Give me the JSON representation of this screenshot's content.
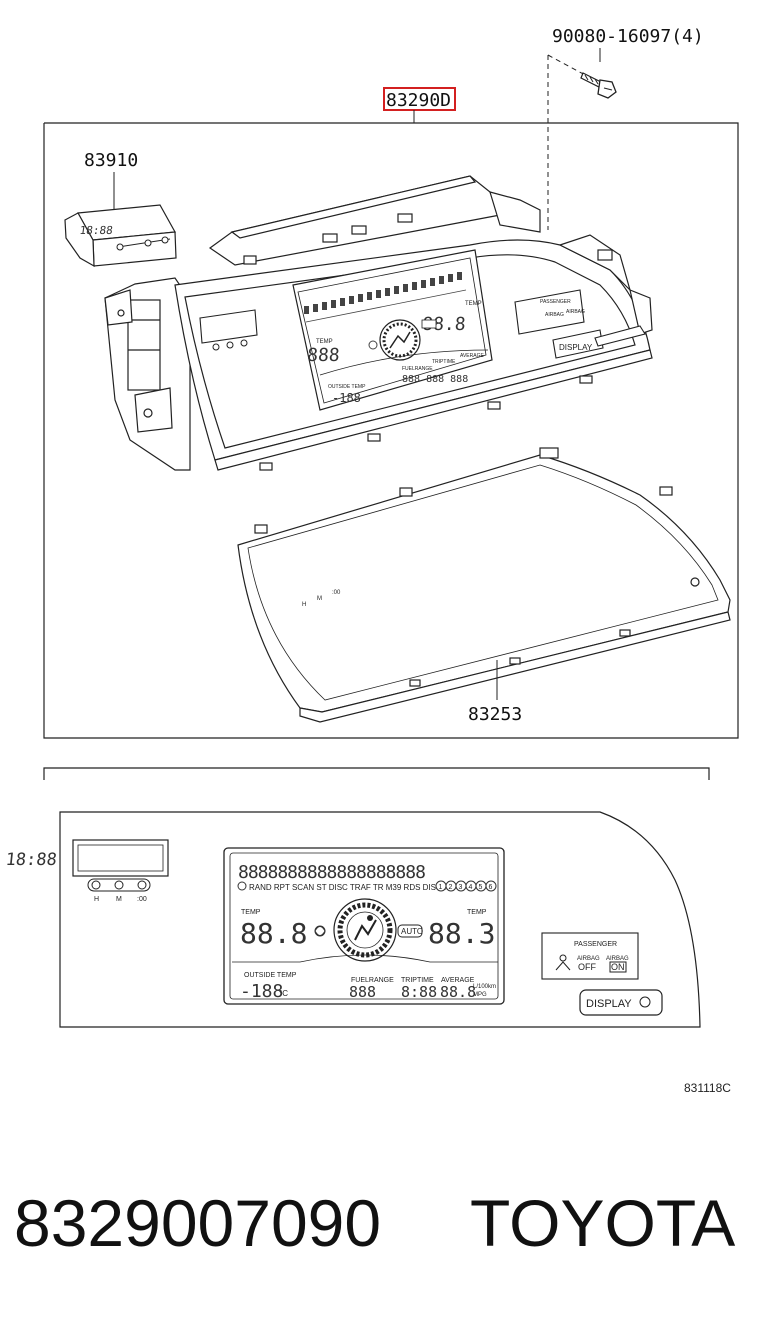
{
  "diagram": {
    "callouts": {
      "main": "83290D",
      "screw": "90080-16097(4)",
      "clock": "83910",
      "lens": "83253"
    },
    "illustration_code": "831118C",
    "upper_panel": {
      "clock": "18:88",
      "temp_left": "TEMP",
      "temp_right": "TEMP",
      "readout": "88.8",
      "display_button": "DISPLAY"
    },
    "lower_panel": {
      "clock_value": "18:88",
      "clock_buttons": [
        "H",
        "M",
        ":00"
      ],
      "status_line": "RAND RPT SCAN ST DISC TRAF TR M39 RDS DISC IN",
      "disc_numbers": [
        "1",
        "2",
        "3",
        "4",
        "5",
        "6"
      ],
      "temp_left_label": "TEMP",
      "temp_right_label": "TEMP",
      "temp_left_value": "88.8",
      "temp_right_value": "88.3",
      "auto_label": "AUTO",
      "outside_temp_label": "OUTSIDE TEMP",
      "outside_temp_value": "-188",
      "outside_temp_unit": "°C",
      "fuel_range_label": "FUELRANGE",
      "fuel_range_value": "888",
      "trip_time_label": "TRIPTIME",
      "trip_time_value": "8:88",
      "average_label": "AVERAGE",
      "average_value": "88.8",
      "unit_lines": [
        "L/100km",
        "MPG"
      ],
      "passenger_label": "PASSENGER",
      "airbag_label": "AIRBAG",
      "airbag_off": "OFF",
      "airbag_on": "ON",
      "display_button": "DISPLAY"
    }
  },
  "footer": {
    "part_number": "8329007090",
    "brand": "TOYOTA"
  },
  "colors": {
    "highlight": "#d32020",
    "line": "#222222"
  }
}
